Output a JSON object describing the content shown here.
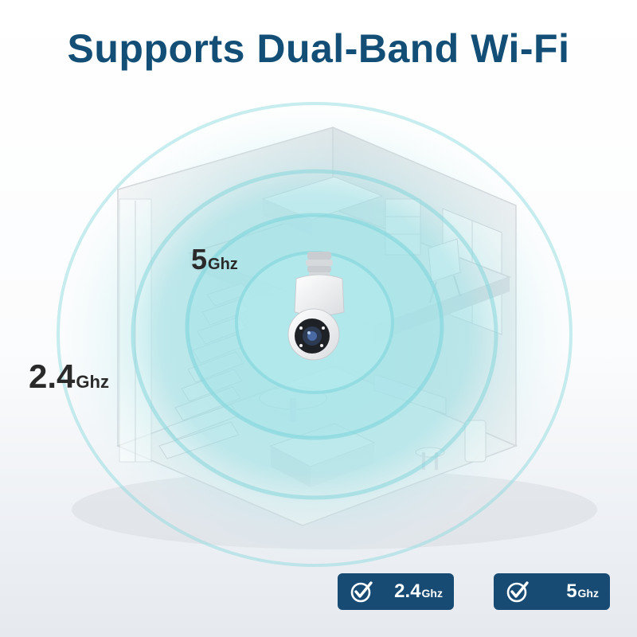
{
  "headline": "Supports Dual-Band Wi-Fi",
  "colors": {
    "headline": "#124e75",
    "badge_bg": "#184b73",
    "signal": "#7fd6dc",
    "label_text": "#2a2a2a"
  },
  "labels": {
    "band_5": {
      "number": "5",
      "unit": "Ghz"
    },
    "band_24": {
      "number": "2.4",
      "unit": "Ghz"
    }
  },
  "badges": [
    {
      "icon": "check-circle-icon",
      "number": "2.4",
      "unit": "Ghz"
    },
    {
      "icon": "check-circle-icon",
      "number": "5",
      "unit": "Ghz"
    }
  ],
  "illustration": {
    "subject": "bulb-camera-icon",
    "scene": "house-cutaway-illustration"
  }
}
